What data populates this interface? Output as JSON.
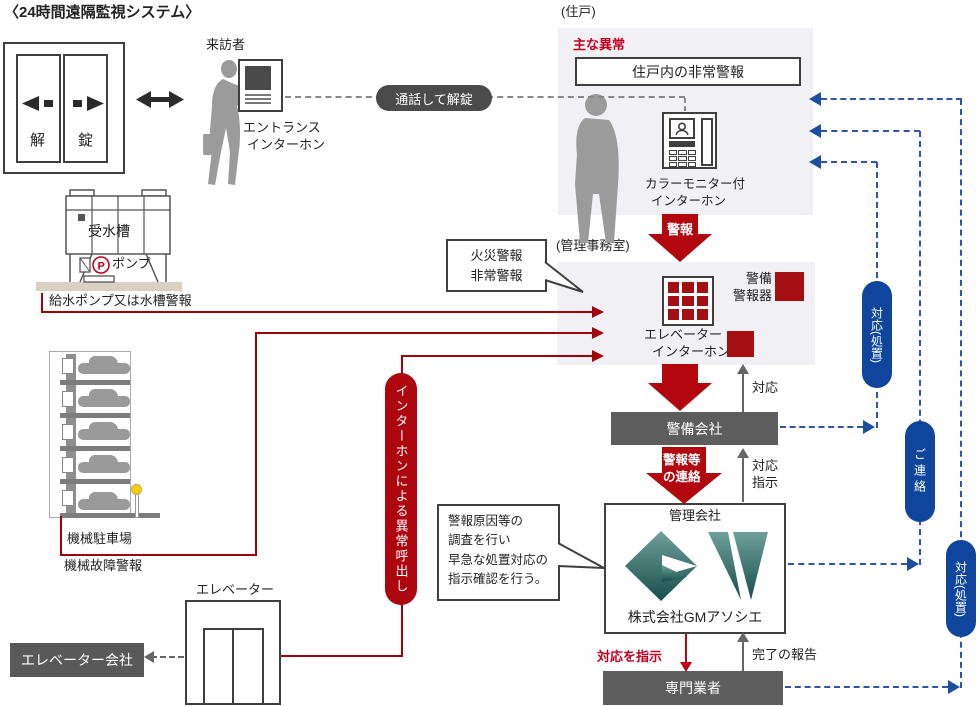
{
  "title": "〈24時間遠隔監視システム〉",
  "colors": {
    "alarm_red": "#b2070e",
    "deep_red": "#a50e13",
    "red_text": "#c3001e",
    "blue": "#0f459d",
    "dashed_blue": "#2e55a8",
    "bar_gray": "#5d5d5d",
    "panel_gray": "#f1f0f4",
    "logo_teal": "#2a6b66"
  },
  "top": {
    "door": {
      "unlock": "解",
      "lock": "錠"
    },
    "visitor_label": "来訪者",
    "entrance_intercom": [
      "エントランス",
      "インターホン"
    ],
    "unlock_capsule": "通話して解錠"
  },
  "residence": {
    "label": "(住戸)",
    "main_abnormal": "主な異常",
    "alarm_box": "住戸内の非常警報",
    "intercom": [
      "カラーモニター付",
      "インターホン"
    ]
  },
  "mgmt_office": {
    "label": "(管理事務室)",
    "alarm_arrow": "警報",
    "bubble": [
      "火災警報",
      "非常警報"
    ],
    "security_device": [
      "警備",
      "警報器"
    ],
    "elevator_intercom": [
      "エレベーター",
      "インターホン"
    ]
  },
  "left": {
    "tank_label": "受水槽",
    "pump_label": "ポンプ",
    "pump_symbol": "P",
    "water_alarm": "給水ポンプ又は水槽警報",
    "parking_label": "機械駐車場",
    "parking_alarm": "機械故障警報",
    "elevator_label": "エレベーター",
    "elevator_company": "エレベーター会社",
    "intercom_call_capsule": "インターホンによる異常呼出し"
  },
  "flow": {
    "security_company": "警備会社",
    "response": "対応",
    "alarm_contact": [
      "警報等",
      "の連絡"
    ],
    "response_instruction": [
      "対応",
      "指示"
    ],
    "management_company": "管理会社",
    "gm_company": "株式会社GMアソシエ",
    "bubble": [
      "警報原因等の",
      "調査を行い",
      "早急な処置対応の",
      "指示確認を行う。"
    ],
    "instruct_response": "対応を指示",
    "completion_report": "完了の報告",
    "specialist": "専門業者"
  },
  "right": {
    "response_action_top": "対応(処置)",
    "contact": "ご連絡",
    "response_action_bottom": "対応(処置)"
  }
}
